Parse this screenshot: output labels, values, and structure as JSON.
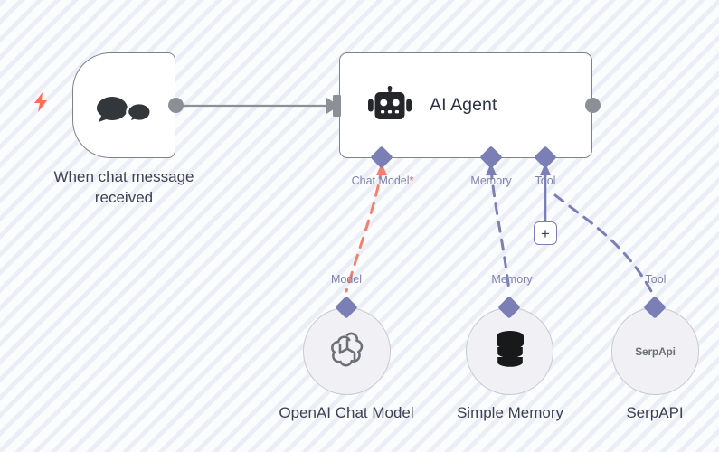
{
  "canvas": {
    "background_color": "#fbfcfe",
    "stripe_color": "#eceef5"
  },
  "palette": {
    "node_border": "#7e8186",
    "node_fill": "#ffffff",
    "connector_grey": "#8b8f96",
    "port_purple": "#7b7fb5",
    "port_label": "#7e82b0",
    "required_red": "#f04a4a",
    "trigger_bolt": "#ff6d5a",
    "caption_text": "#3c4252",
    "subnode_fill": "#f1f1f5",
    "subnode_border": "#c8cad2"
  },
  "nodes": {
    "trigger": {
      "caption": "When chat message\nreceived",
      "icon": "chat-bubbles-icon",
      "badge_icon": "lightning-bolt-icon"
    },
    "agent": {
      "title": "AI Agent",
      "icon": "robot-icon",
      "ports": [
        {
          "label": "Chat Model",
          "required": "*"
        },
        {
          "label": "Memory",
          "required": ""
        },
        {
          "label": "Tool",
          "required": ""
        }
      ],
      "add_tool_label": "+"
    },
    "subnodes": [
      {
        "caption": "OpenAI Chat Model",
        "port_label": "Model",
        "icon": "openai-logo-icon",
        "connection_color": "#f4806f",
        "connection_style": "dashed"
      },
      {
        "caption": "Simple Memory",
        "port_label": "Memory",
        "icon": "database-icon",
        "connection_color": "#7b7fb5",
        "connection_style": "dashed"
      },
      {
        "caption": "SerpAPI",
        "port_label": "Tool",
        "icon": "serpapi-wordmark-icon",
        "icon_text": "SerpApi",
        "connection_color": "#7b7fb5",
        "connection_style": "dashed"
      }
    ]
  },
  "main_connection": {
    "from": "When chat message received",
    "to": "AI Agent",
    "style": "solid",
    "color": "#8b8f96",
    "arrow": true
  }
}
